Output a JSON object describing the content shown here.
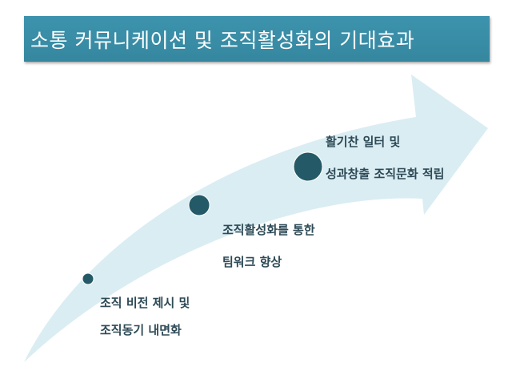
{
  "title": "소통 커뮤니케이션 및 조직활성화의 기대효과",
  "colors": {
    "title_bg": "#3a8fa8",
    "arrow": "#daedf3",
    "dot": "#245a67",
    "text": "#2e4a56"
  },
  "stages": [
    {
      "line1": "조직 비전 제시 및",
      "line2": "조직동기 내면화"
    },
    {
      "line1": "조직활성화를 통한",
      "line2": "팀워크 향상"
    },
    {
      "line1": "활기찬 일터 및",
      "line2": "성과창출 조직문화 적립"
    }
  ]
}
